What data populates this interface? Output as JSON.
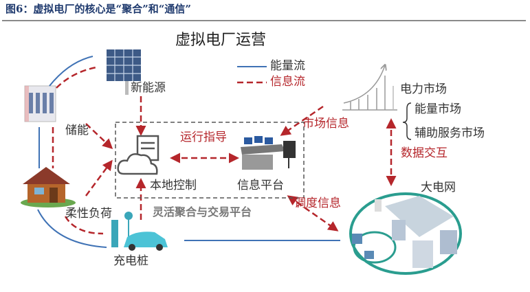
{
  "figure_title": "图6：虚拟电厂的核心是“聚合”和“通信”",
  "diagram_title": "虚拟电厂运营",
  "legend": {
    "energy_flow": "能量流",
    "info_flow": "信息流"
  },
  "nodes": {
    "renewable": "新能源",
    "storage": "储能",
    "flexible_load": "柔性负荷",
    "charging_pile": "充电桩",
    "local_control": "本地控制",
    "info_platform": "信息平台",
    "platform": "灵活聚合与交易平台",
    "grid": "大电网",
    "power_market": "电力市场",
    "energy_market": "能量市场",
    "ancillary_market": "辅助服务市场"
  },
  "edges": {
    "operation_guidance": "运行指导",
    "market_info": "市场信息",
    "data_exchange": "数据交互",
    "dispatch_info": "调度信息"
  },
  "colors": {
    "energy": "#3f72b5",
    "info": "#b5262b",
    "title": "#1f3a6e"
  }
}
